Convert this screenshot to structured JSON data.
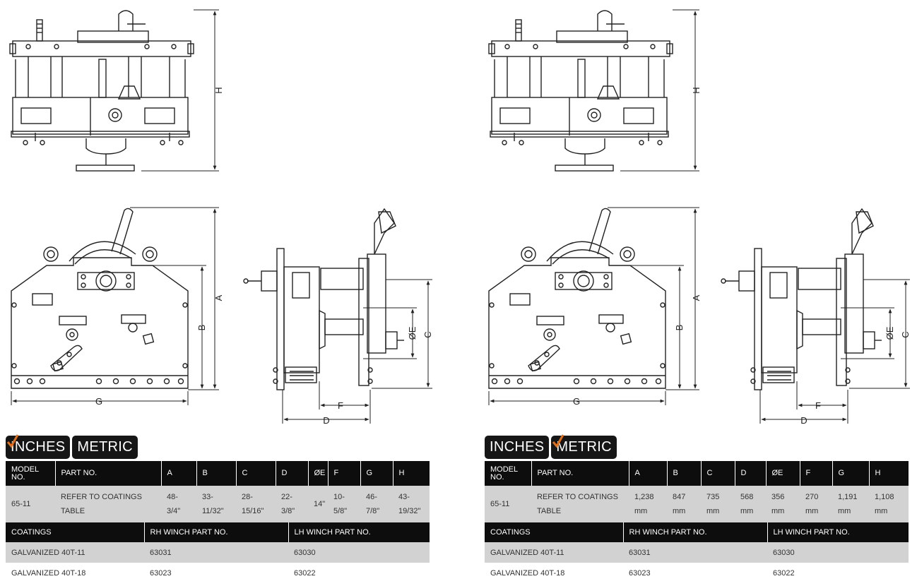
{
  "dimension_labels": {
    "h": "H",
    "a": "A",
    "b": "B",
    "c": "C",
    "e": "ØE",
    "f": "F",
    "d": "D",
    "g": "G"
  },
  "inches": {
    "tabs": [
      {
        "label": "INCHES",
        "selected": true
      },
      {
        "label": "METRIC",
        "selected": false
      }
    ],
    "spec_headers": [
      "MODEL NO.",
      "PART NO.",
      "A",
      "B",
      "C",
      "D",
      "ØE",
      "F",
      "G",
      "H"
    ],
    "spec_row": [
      "65-11",
      "REFER TO COATINGS TABLE",
      "48-3/4\"",
      "33-11/32\"",
      "28-15/16\"",
      "22-3/8\"",
      "14\"",
      "10-5/8\"",
      "46-7/8\"",
      "43-19/32\""
    ],
    "coatings_headers": [
      "COATINGS",
      "RH WINCH PART NO.",
      "LH WINCH PART NO."
    ],
    "coatings_rows": [
      [
        "GALVANIZED 40T-11",
        "63031",
        "63030"
      ],
      [
        "GALVANIZED 40T-18",
        "63023",
        "63022"
      ]
    ]
  },
  "metric": {
    "tabs": [
      {
        "label": "INCHES",
        "selected": false
      },
      {
        "label": "METRIC",
        "selected": true
      }
    ],
    "spec_headers": [
      "MODEL NO.",
      "PART NO.",
      "A",
      "B",
      "C",
      "D",
      "ØE",
      "F",
      "G",
      "H"
    ],
    "spec_row": [
      "65-11",
      "REFER TO COATINGS TABLE",
      "1,238 mm",
      "847 mm",
      "735 mm",
      "568 mm",
      "356 mm",
      "270 mm",
      "1,191 mm",
      "1,108 mm"
    ],
    "coatings_headers": [
      "COATINGS",
      "RH WINCH PART NO.",
      "LH WINCH PART NO."
    ],
    "coatings_rows": [
      [
        "GALVANIZED 40T-11",
        "63031",
        "63030"
      ],
      [
        "GALVANIZED 40T-18",
        "63023",
        "63022"
      ]
    ]
  },
  "colors": {
    "header_bg": "#0d0d0d",
    "row_shade": "#d2d2d2",
    "check_orange": "#e0701c"
  }
}
